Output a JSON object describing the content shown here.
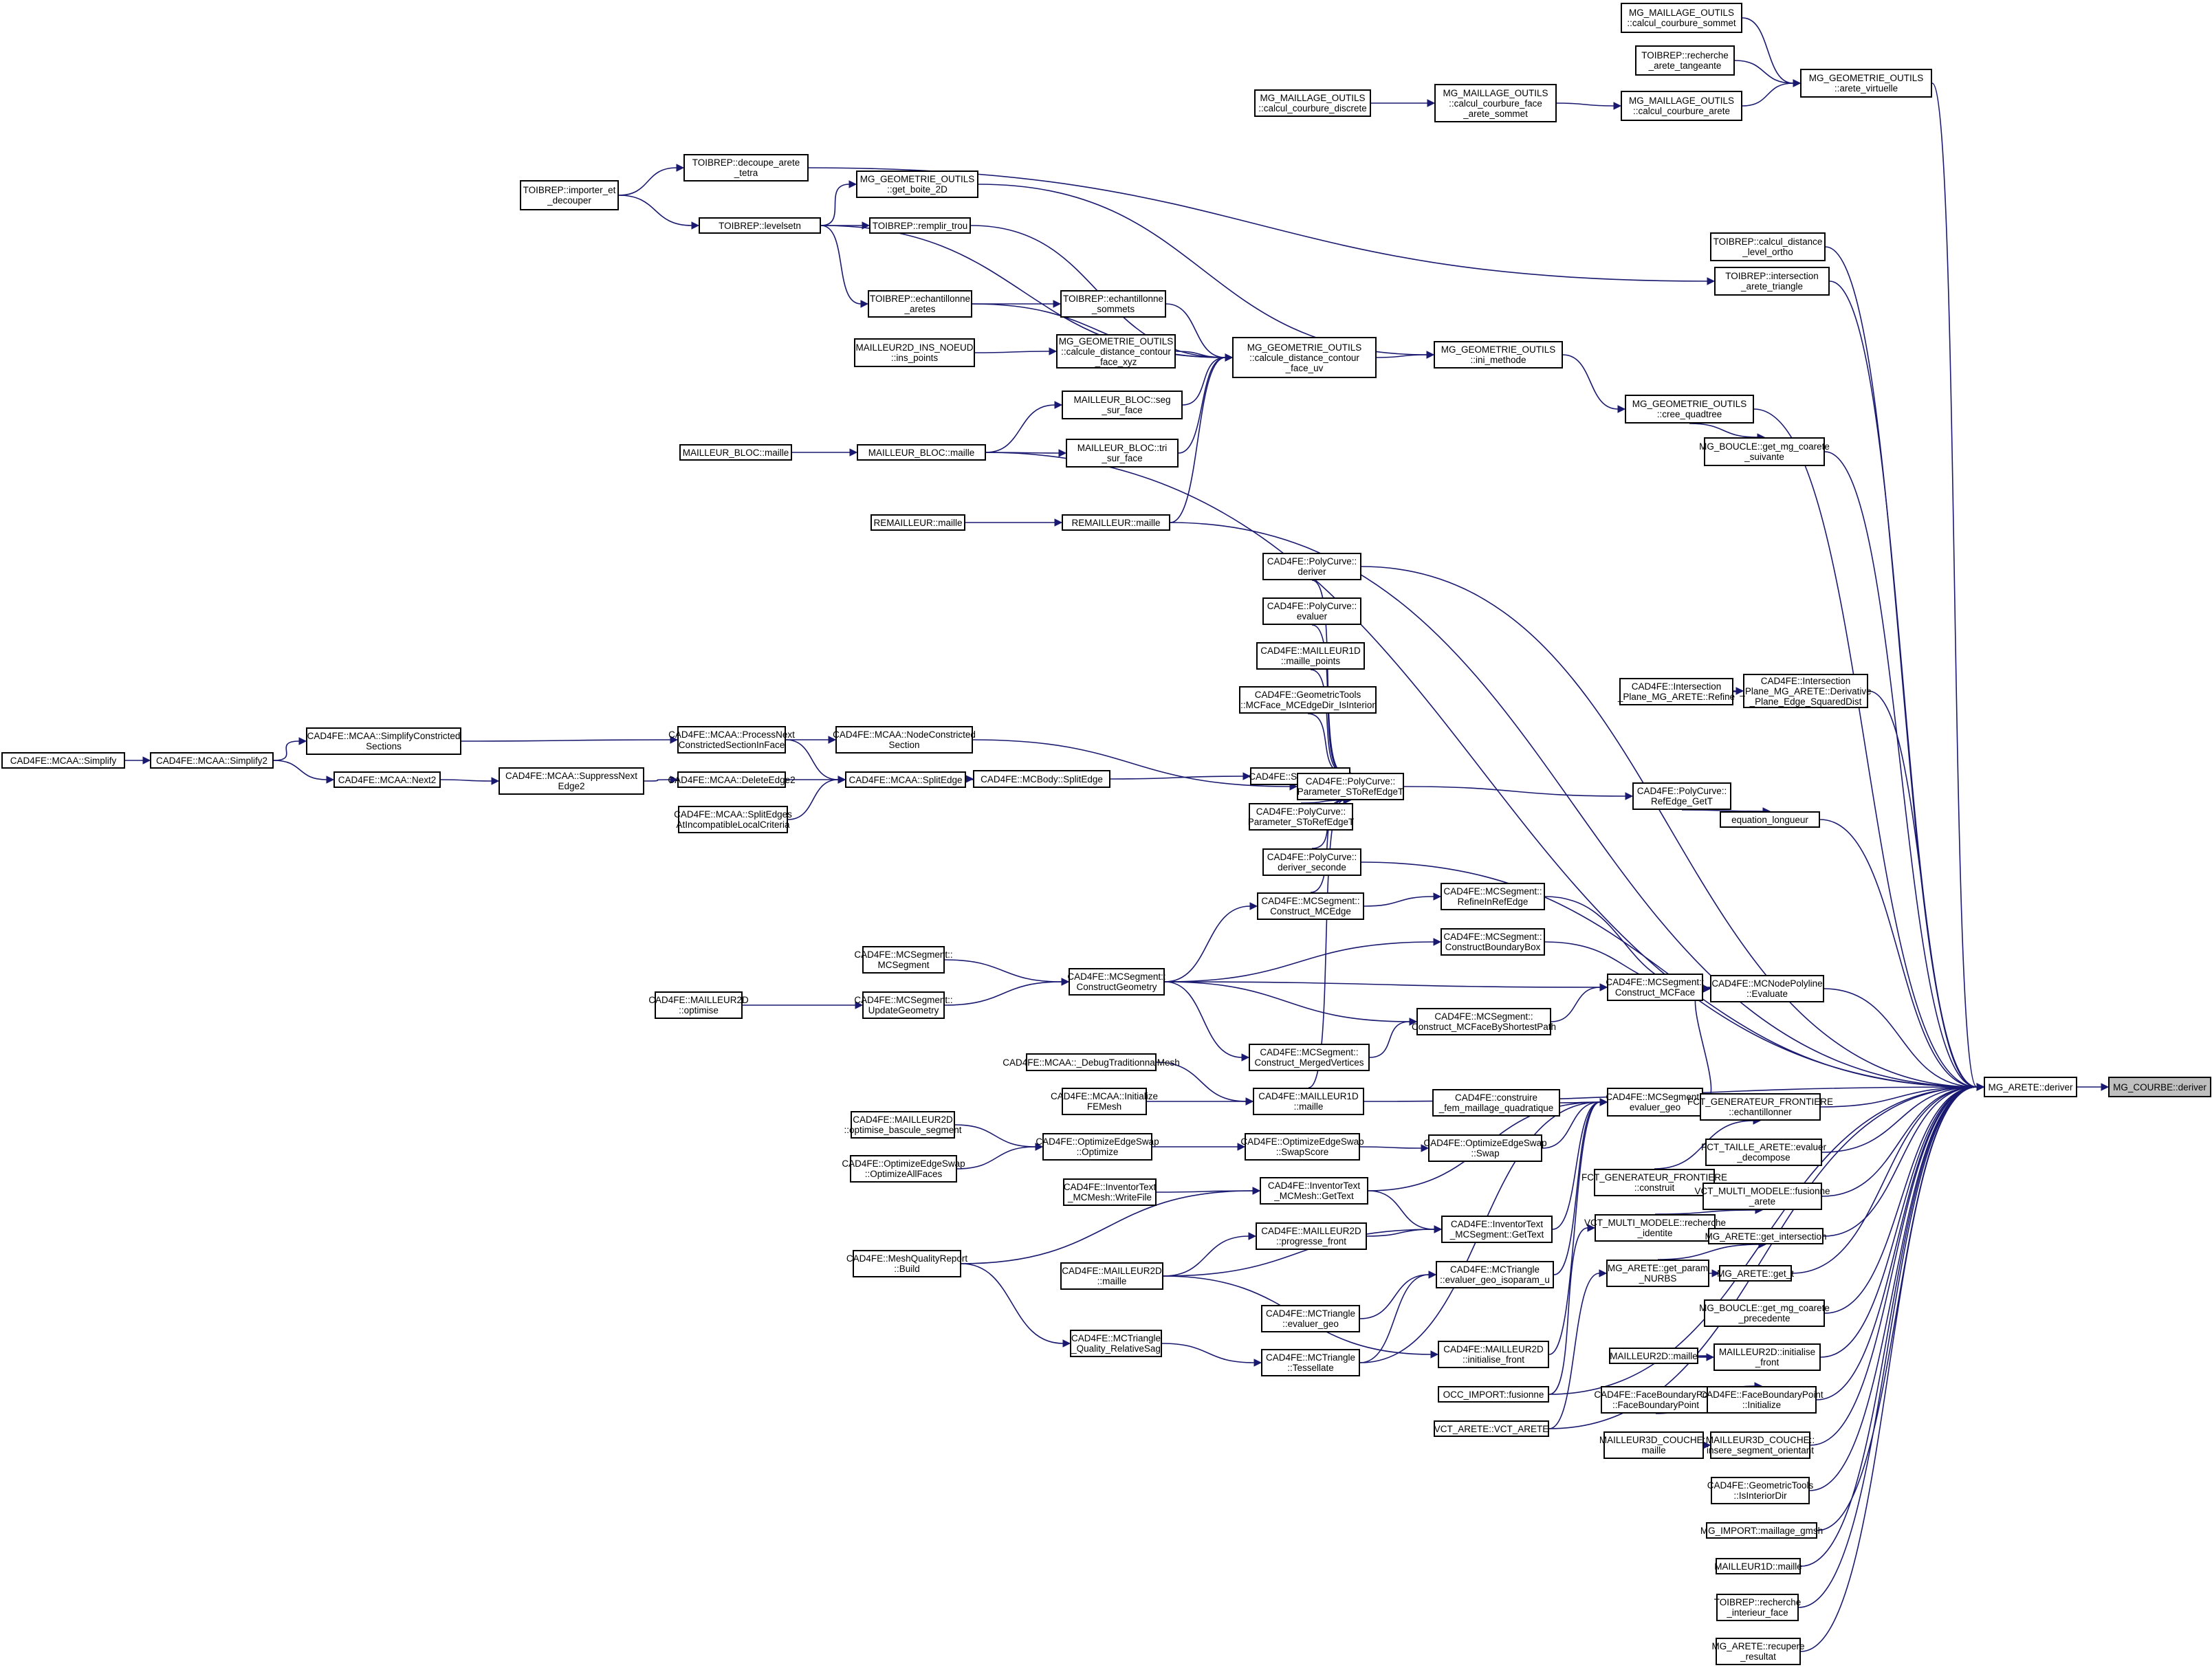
{
  "graph": {
    "title": "Call graph for MG_COURBE::deriver",
    "root": "MG_COURBE::deriver",
    "colors": {
      "edge": "#191970",
      "root_fill": "#bfbfbf",
      "node_fill": "#ffffff",
      "node_border": "#000000"
    },
    "nodes": [
      {
        "id": "n_courbe",
        "label": "MG_COURBE::deriver",
        "root": true
      },
      {
        "id": "n_arete",
        "label": "MG_ARETE::deriver"
      },
      {
        "id": "n_ccs",
        "label": "MG_MAILLAGE_OUTILS\n::calcul_courbure_sommet"
      },
      {
        "id": "n_rat",
        "label": "TOIBREP::recherche\n_arete_tangeante"
      },
      {
        "id": "n_av",
        "label": "MG_GEOMETRIE_OUTILS\n::arete_virtuelle"
      },
      {
        "id": "n_ccd",
        "label": "MG_MAILLAGE_OUTILS\n::calcul_courbure_discrete"
      },
      {
        "id": "n_ccfas",
        "label": "MG_MAILLAGE_OUTILS\n::calcul_courbure_face\n_arete_sommet"
      },
      {
        "id": "n_cca",
        "label": "MG_MAILLAGE_OUTILS\n::calcul_courbure_arete"
      },
      {
        "id": "n_dat",
        "label": "TOIBREP::decoupe_arete\n_tetra"
      },
      {
        "id": "n_imp",
        "label": "TOIBREP::importer_et\n_decouper"
      },
      {
        "id": "n_gb2",
        "label": "MG_GEOMETRIE_OUTILS\n::get_boite_2D"
      },
      {
        "id": "n_lvl",
        "label": "TOIBREP::levelsetn"
      },
      {
        "id": "n_rt",
        "label": "TOIBREP::remplir_trou"
      },
      {
        "id": "n_ea",
        "label": "TOIBREP::echantillonne\n_aretes"
      },
      {
        "id": "n_es",
        "label": "TOIBREP::echantillonne\n_sommets"
      },
      {
        "id": "n_inp",
        "label": "MAILLEUR2D_INS_NOEUD\n::ins_points"
      },
      {
        "id": "n_cdxyz",
        "label": "MG_GEOMETRIE_OUTILS\n::calcule_distance_contour\n_face_xyz"
      },
      {
        "id": "n_cduv",
        "label": "MG_GEOMETRIE_OUTILS\n::calcule_distance_contour\n_face_uv"
      },
      {
        "id": "n_ini",
        "label": "MG_GEOMETRIE_OUTILS\n::ini_methode"
      },
      {
        "id": "n_cq",
        "label": "MG_GEOMETRIE_OUTILS\n::cree_quadtree"
      },
      {
        "id": "n_segsf",
        "label": "MAILLEUR_BLOC::seg\n_sur_face"
      },
      {
        "id": "n_trisf",
        "label": "MAILLEUR_BLOC::tri\n_sur_face"
      },
      {
        "id": "n_mb1",
        "label": "MAILLEUR_BLOC::maille"
      },
      {
        "id": "n_mb2",
        "label": "MAILLEUR_BLOC::maille"
      },
      {
        "id": "n_rem1",
        "label": "REMAILLEUR::maille"
      },
      {
        "id": "n_rem2",
        "label": "REMAILLEUR::maille"
      },
      {
        "id": "n_cdlo",
        "label": "TOIBREP::calcul_distance\n_level_ortho"
      },
      {
        "id": "n_iat",
        "label": "TOIBREP::intersection\n_arete_triangle"
      },
      {
        "id": "n_gmcs",
        "label": "MG_BOUCLE::get_mg_coarete\n_suivante"
      },
      {
        "id": "n_pcd",
        "label": "CAD4FE::PolyCurve::\nderiver"
      },
      {
        "id": "n_pce",
        "label": "CAD4FE::PolyCurve::\nevaluer"
      },
      {
        "id": "n_m1dmp",
        "label": "CAD4FE::MAILLEUR1D\n::maille_points"
      },
      {
        "id": "n_gtmc",
        "label": "CAD4FE::GeometricTools\n::MCFace_MCEdgeDir_IsInterior"
      },
      {
        "id": "n_ipr",
        "label": "CAD4FE::Intersection\n_Plane_MG_ARETE::Refine"
      },
      {
        "id": "n_ipd",
        "label": "CAD4FE::Intersection\n_Plane_MG_ARETE::Derivative\n_Plane_Edge_SquaredDist"
      },
      {
        "id": "n_simp",
        "label": "CAD4FE::MCAA::Simplify"
      },
      {
        "id": "n_simp2",
        "label": "CAD4FE::MCAA::Simplify2"
      },
      {
        "id": "n_scs",
        "label": "CAD4FE::MCAA::SimplifyConstricted\nSections"
      },
      {
        "id": "n_next2",
        "label": "CAD4FE::MCAA::Next2"
      },
      {
        "id": "n_sne2",
        "label": "CAD4FE::MCAA::SuppressNext\nEdge2"
      },
      {
        "id": "n_pnc",
        "label": "CAD4FE::MCAA::ProcessNext\nConstrictedSectionInFace"
      },
      {
        "id": "n_de2",
        "label": "CAD4FE::MCAA::DeleteEdge2"
      },
      {
        "id": "n_seai",
        "label": "CAD4FE::MCAA::SplitEdges\nAtIncompatibleLocalCriteria"
      },
      {
        "id": "n_ncs",
        "label": "CAD4FE::MCAA::NodeConstricted\nSection"
      },
      {
        "id": "n_mcaase",
        "label": "CAD4FE::MCAA::SplitEdge"
      },
      {
        "id": "n_mcbse",
        "label": "CAD4FE::MCBody::SplitEdge"
      },
      {
        "id": "n_spc",
        "label": "CAD4FE::SplitPolyCurve"
      },
      {
        "id": "n_pst2",
        "label": "CAD4FE::PolyCurve::\nParameter_SToRefEdgeT"
      },
      {
        "id": "n_pst",
        "label": "CAD4FE::PolyCurve::\nParameter_SToRefEdgeT"
      },
      {
        "id": "n_reg",
        "label": "CAD4FE::PolyCurve::\nRefEdge_GetT"
      },
      {
        "id": "n_eql",
        "label": "equation_longueur"
      },
      {
        "id": "n_pcds",
        "label": "CAD4FE::PolyCurve::\nderiver_seconde"
      },
      {
        "id": "n_cmce",
        "label": "CAD4FE::MCSegment::\nConstruct_MCEdge"
      },
      {
        "id": "n_rire",
        "label": "CAD4FE::MCSegment::\nRefineInRefEdge"
      },
      {
        "id": "n_cbb",
        "label": "CAD4FE::MCSegment::\nConstructBoundaryBox"
      },
      {
        "id": "n_mcseg",
        "label": "CAD4FE::MCSegment::\nMCSegment"
      },
      {
        "id": "n_cg",
        "label": "CAD4FE::MCSegment::\nConstructGeometry"
      },
      {
        "id": "n_cmcf",
        "label": "CAD4FE::MCSegment::\nConstruct_MCFace"
      },
      {
        "id": "n_mnpe",
        "label": "CAD4FE::MCNodePolyline\n::Evaluate"
      },
      {
        "id": "n_m2opt",
        "label": "CAD4FE::MAILLEUR2D\n::optimise"
      },
      {
        "id": "n_ug",
        "label": "CAD4FE::MCSegment::\nUpdateGeometry"
      },
      {
        "id": "n_cmfsp",
        "label": "CAD4FE::MCSegment::\nConstruct_MCFaceByShortestPath"
      },
      {
        "id": "n_cmv",
        "label": "CAD4FE::MCSegment::\nConstruct_MergedVertices"
      },
      {
        "id": "n_dtm",
        "label": "CAD4FE::MCAA::_DebugTraditionnalMesh"
      },
      {
        "id": "n_ife",
        "label": "CAD4FE::MCAA::Initialize\nFEMesh"
      },
      {
        "id": "n_m1dm",
        "label": "CAD4FE::MAILLEUR1D\n::maille"
      },
      {
        "id": "n_cfmq",
        "label": "CAD4FE::construire\n_fem_maillage_quadratique"
      },
      {
        "id": "n_segeg",
        "label": "CAD4FE::MCSegment::\nevaluer_geo"
      },
      {
        "id": "n_fgfe",
        "label": "FCT_GENERATEUR_FRONTIERE\n::echantillonner"
      },
      {
        "id": "n_obs",
        "label": "CAD4FE::MAILLEUR2D\n::optimise_bascule_segment"
      },
      {
        "id": "n_oeso",
        "label": "CAD4FE::OptimizeEdgeSwap\n::Optimize"
      },
      {
        "id": "n_oesss",
        "label": "CAD4FE::OptimizeEdgeSwap\n::SwapScore"
      },
      {
        "id": "n_oess",
        "label": "CAD4FE::OptimizeEdgeSwap\n::Swap"
      },
      {
        "id": "n_oeaf",
        "label": "CAD4FE::OptimizeEdgeSwap\n::OptimizeAllFaces"
      },
      {
        "id": "n_ftae",
        "label": "FCT_TAILLE_ARETE::evaluer\n_decompose"
      },
      {
        "id": "n_itwf",
        "label": "CAD4FE::InventorText\n_MCMesh::WriteFile"
      },
      {
        "id": "n_itmg",
        "label": "CAD4FE::InventorText\n_MCMesh::GetText"
      },
      {
        "id": "n_fgfc",
        "label": "FCT_GENERATEUR_FRONTIERE\n::construit"
      },
      {
        "id": "n_vmmf",
        "label": "VCT_MULTI_MODELE::fusionne\n_arete"
      },
      {
        "id": "n_m2pf",
        "label": "CAD4FE::MAILLEUR2D\n::progresse_front"
      },
      {
        "id": "n_itsg",
        "label": "CAD4FE::InventorText\n_MCSegment::GetText"
      },
      {
        "id": "n_vmmr",
        "label": "VCT_MULTI_MODELE::recherche\n_identite"
      },
      {
        "id": "n_mqr",
        "label": "CAD4FE::MeshQualityReport\n::Build"
      },
      {
        "id": "n_m2dm",
        "label": "CAD4FE::MAILLEUR2D\n::maille"
      },
      {
        "id": "n_mtegi",
        "label": "CAD4FE::MCTriangle\n::evaluer_geo_isoparam_u"
      },
      {
        "id": "n_gint",
        "label": "MG_ARETE::get_intersection"
      },
      {
        "id": "n_gpn",
        "label": "MG_ARETE::get_param\n_NURBS"
      },
      {
        "id": "n_gt",
        "label": "MG_ARETE::get_t"
      },
      {
        "id": "n_mteg",
        "label": "CAD4FE::MCTriangle\n::evaluer_geo"
      },
      {
        "id": "n_gmcp",
        "label": "MG_BOUCLE::get_mg_coarete\n_precedente"
      },
      {
        "id": "n_mtqr",
        "label": "CAD4FE::MCTriangle\n_Quality_RelativeSag"
      },
      {
        "id": "n_mtt",
        "label": "CAD4FE::MCTriangle\n::Tessellate"
      },
      {
        "id": "n_m2if",
        "label": "CAD4FE::MAILLEUR2D\n::initialise_front"
      },
      {
        "id": "n_mail2d",
        "label": "MAILLEUR2D::maille"
      },
      {
        "id": "n_mail2dif",
        "label": "MAILLEUR2D::initialise\n_front"
      },
      {
        "id": "n_occf",
        "label": "OCC_IMPORT::fusionne"
      },
      {
        "id": "n_fbp",
        "label": "CAD4FE::FaceBoundaryPoint\n::FaceBoundaryPoint"
      },
      {
        "id": "n_fbpi",
        "label": "CAD4FE::FaceBoundaryPoint\n::Initialize"
      },
      {
        "id": "n_vcta",
        "label": "VCT_ARETE::VCT_ARETE"
      },
      {
        "id": "n_m3dc",
        "label": "MAILLEUR3D_COUCHE::\nmaille"
      },
      {
        "id": "n_m3dci",
        "label": "MAILLEUR3D_COUCHE::\ninsere_segment_orientant"
      },
      {
        "id": "n_gtid",
        "label": "CAD4FE::GeometricTools\n::IsInteriorDir"
      },
      {
        "id": "n_igmsh",
        "label": "MG_IMPORT::maillage_gmsh"
      },
      {
        "id": "n_m1d",
        "label": "MAILLEUR1D::maille"
      },
      {
        "id": "n_rif",
        "label": "TOIBREP::recherche\n_interieur_face"
      },
      {
        "id": "n_rr",
        "label": "MG_ARETE::recupere\n_resultat"
      }
    ],
    "edges": [
      [
        "n_arete",
        "n_courbe"
      ],
      [
        "n_ccs",
        "n_av"
      ],
      [
        "n_rat",
        "n_av"
      ],
      [
        "n_cca",
        "n_av"
      ],
      [
        "n_av",
        "n_arete"
      ],
      [
        "n_ccd",
        "n_ccfas"
      ],
      [
        "n_ccfas",
        "n_cca"
      ],
      [
        "n_imp",
        "n_dat"
      ],
      [
        "n_imp",
        "n_lvl"
      ],
      [
        "n_dat",
        "n_iat"
      ],
      [
        "n_lvl",
        "n_gb2"
      ],
      [
        "n_lvl",
        "n_rt"
      ],
      [
        "n_lvl",
        "n_ea"
      ],
      [
        "n_lvl",
        "n_cduv"
      ],
      [
        "n_gb2",
        "n_ini"
      ],
      [
        "n_rt",
        "n_cduv"
      ],
      [
        "n_ea",
        "n_es"
      ],
      [
        "n_ea",
        "n_cduv"
      ],
      [
        "n_es",
        "n_cduv"
      ],
      [
        "n_inp",
        "n_cdxyz"
      ],
      [
        "n_cdxyz",
        "n_cduv"
      ],
      [
        "n_segsf",
        "n_cduv"
      ],
      [
        "n_trisf",
        "n_cduv"
      ],
      [
        "n_rem2",
        "n_cduv"
      ],
      [
        "n_cduv",
        "n_ini"
      ],
      [
        "n_ini",
        "n_cq"
      ],
      [
        "n_cq",
        "n_arete"
      ],
      [
        "n_cq",
        "n_gmcs"
      ],
      [
        "n_mb1",
        "n_mb2"
      ],
      [
        "n_mb2",
        "n_segsf"
      ],
      [
        "n_mb2",
        "n_trisf"
      ],
      [
        "n_mb2",
        "n_arete"
      ],
      [
        "n_rem1",
        "n_rem2"
      ],
      [
        "n_rem2",
        "n_arete"
      ],
      [
        "n_cdlo",
        "n_arete"
      ],
      [
        "n_iat",
        "n_arete"
      ],
      [
        "n_gmcs",
        "n_arete"
      ],
      [
        "n_pcd",
        "n_pst"
      ],
      [
        "n_pcd",
        "n_arete"
      ],
      [
        "n_pce",
        "n_pst"
      ],
      [
        "n_m1dmp",
        "n_pst"
      ],
      [
        "n_gtmc",
        "n_pst"
      ],
      [
        "n_ipr",
        "n_ipd"
      ],
      [
        "n_ipd",
        "n_arete"
      ],
      [
        "n_simp",
        "n_simp2"
      ],
      [
        "n_simp2",
        "n_scs"
      ],
      [
        "n_simp2",
        "n_next2"
      ],
      [
        "n_scs",
        "n_pnc"
      ],
      [
        "n_next2",
        "n_sne2"
      ],
      [
        "n_sne2",
        "n_de2"
      ],
      [
        "n_pnc",
        "n_ncs"
      ],
      [
        "n_pnc",
        "n_mcaase"
      ],
      [
        "n_de2",
        "n_mcaase"
      ],
      [
        "n_seai",
        "n_mcaase"
      ],
      [
        "n_ncs",
        "n_pst"
      ],
      [
        "n_mcaase",
        "n_mcbse"
      ],
      [
        "n_mcbse",
        "n_spc"
      ],
      [
        "n_spc",
        "n_pst"
      ],
      [
        "n_pst2",
        "n_pst"
      ],
      [
        "n_pcds",
        "n_pst"
      ],
      [
        "n_pcds",
        "n_arete"
      ],
      [
        "n_pst",
        "n_reg"
      ],
      [
        "n_reg",
        "n_eql"
      ],
      [
        "n_eql",
        "n_arete"
      ],
      [
        "n_cmce",
        "n_pst"
      ],
      [
        "n_cmce",
        "n_rire"
      ],
      [
        "n_rire",
        "n_mnpe"
      ],
      [
        "n_cbb",
        "n_mnpe"
      ],
      [
        "n_mcseg",
        "n_cg"
      ],
      [
        "n_m2opt",
        "n_ug"
      ],
      [
        "n_ug",
        "n_cg"
      ],
      [
        "n_cg",
        "n_cmce"
      ],
      [
        "n_cg",
        "n_cbb"
      ],
      [
        "n_cg",
        "n_cmcf"
      ],
      [
        "n_cg",
        "n_cmfsp"
      ],
      [
        "n_cg",
        "n_cmv"
      ],
      [
        "n_cmv",
        "n_cmfsp"
      ],
      [
        "n_cmfsp",
        "n_cmcf"
      ],
      [
        "n_cmcf",
        "n_mnpe"
      ],
      [
        "n_mnpe",
        "n_arete"
      ],
      [
        "n_dtm",
        "n_m1dm"
      ],
      [
        "n_ife",
        "n_m1dm"
      ],
      [
        "n_m1dm",
        "n_pst"
      ],
      [
        "n_m1dm",
        "n_arete"
      ],
      [
        "n_cfmq",
        "n_segeg"
      ],
      [
        "n_segeg",
        "n_mnpe"
      ],
      [
        "n_oess",
        "n_segeg"
      ],
      [
        "n_obs",
        "n_oeso"
      ],
      [
        "n_oeaf",
        "n_oeso"
      ],
      [
        "n_oeso",
        "n_oesss"
      ],
      [
        "n_oesss",
        "n_oess"
      ],
      [
        "n_itwf",
        "n_itmg"
      ],
      [
        "n_mqr",
        "n_itmg"
      ],
      [
        "n_itmg",
        "n_itsg"
      ],
      [
        "n_itmg",
        "n_segeg"
      ],
      [
        "n_m2pf",
        "n_itsg"
      ],
      [
        "n_m2dm",
        "n_m2pf"
      ],
      [
        "n_m2dm",
        "n_itsg"
      ],
      [
        "n_m2dm",
        "n_m2if"
      ],
      [
        "n_itsg",
        "n_segeg"
      ],
      [
        "n_mtegi",
        "n_segeg"
      ],
      [
        "n_m2if",
        "n_segeg"
      ],
      [
        "n_mtt",
        "n_segeg"
      ],
      [
        "n_mteg",
        "n_mtegi"
      ],
      [
        "n_mtt",
        "n_mtegi"
      ],
      [
        "n_mqr",
        "n_mtqr"
      ],
      [
        "n_mtqr",
        "n_mtt"
      ],
      [
        "n_fgfe",
        "n_arete"
      ],
      [
        "n_fgfc",
        "n_fgfe"
      ],
      [
        "n_ftae",
        "n_arete"
      ],
      [
        "n_vmmr",
        "n_vmmf"
      ],
      [
        "n_vmmf",
        "n_arete"
      ],
      [
        "n_occf",
        "n_vmmr"
      ],
      [
        "n_vcta",
        "n_gpn"
      ],
      [
        "n_gpn",
        "n_gint"
      ],
      [
        "n_gpn",
        "n_gt"
      ],
      [
        "n_gint",
        "n_arete"
      ],
      [
        "n_gt",
        "n_arete"
      ],
      [
        "n_gmcp",
        "n_arete"
      ],
      [
        "n_mail2d",
        "n_mail2dif"
      ],
      [
        "n_mail2dif",
        "n_arete"
      ],
      [
        "n_fbp",
        "n_fbpi"
      ],
      [
        "n_fbpi",
        "n_arete"
      ],
      [
        "n_m3dc",
        "n_m3dci"
      ],
      [
        "n_m3dci",
        "n_arete"
      ],
      [
        "n_gtid",
        "n_arete"
      ],
      [
        "n_igmsh",
        "n_arete"
      ],
      [
        "n_m1d",
        "n_arete"
      ],
      [
        "n_rif",
        "n_arete"
      ],
      [
        "n_rr",
        "n_arete"
      ],
      [
        "n_occf",
        "n_arete"
      ],
      [
        "n_vcta",
        "n_arete"
      ]
    ]
  }
}
